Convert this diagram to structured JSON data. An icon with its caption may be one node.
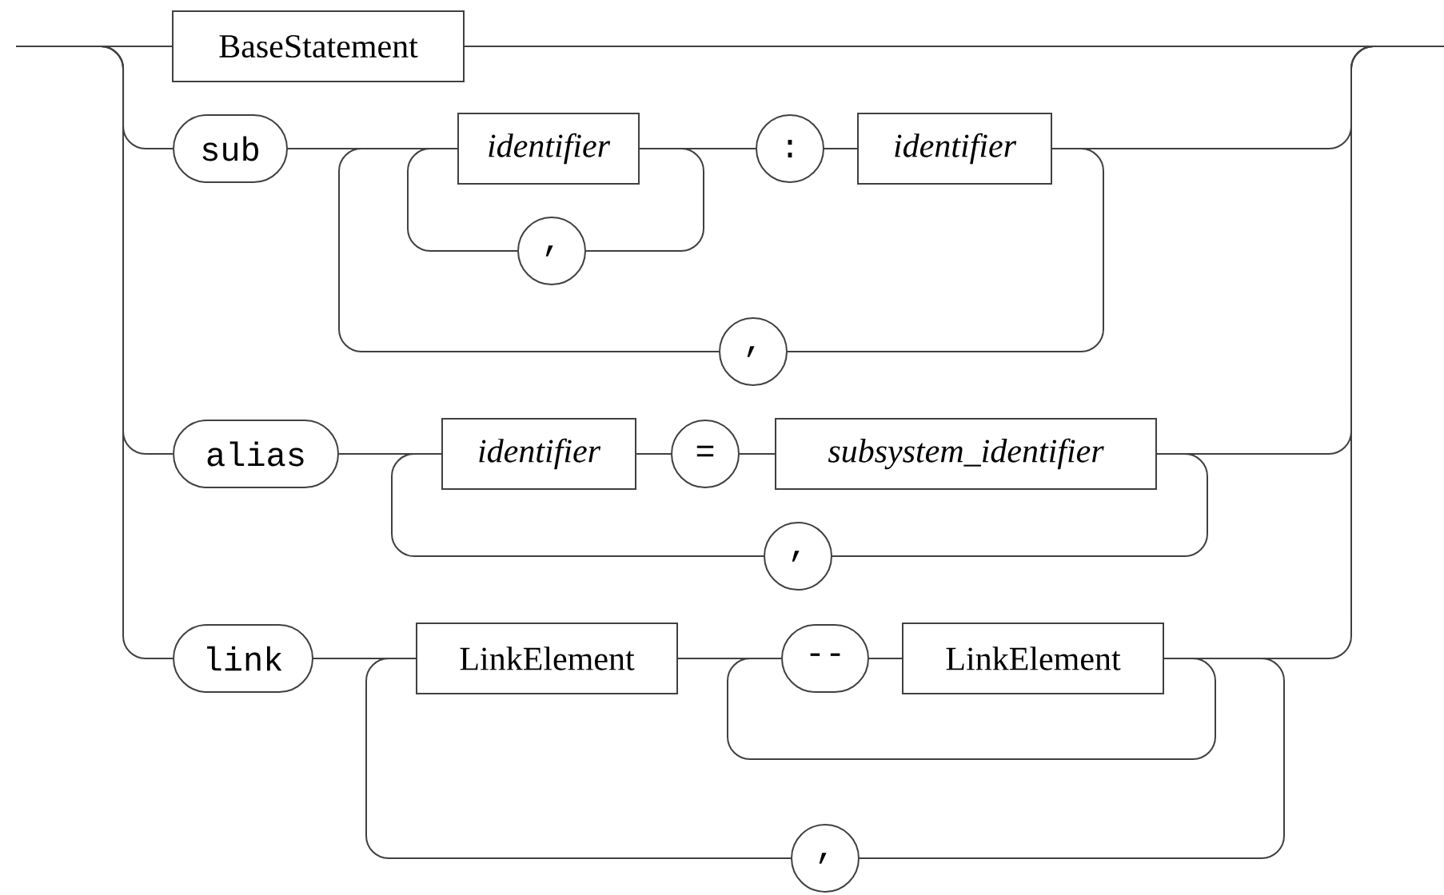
{
  "diagram": {
    "nodes": [
      {
        "text": [
          "BaseStatement"
        ]
      },
      {
        "text": [
          "sub"
        ]
      },
      {
        "text": [
          "identifier"
        ]
      },
      {
        "text": [
          ":"
        ]
      },
      {
        "text": [
          "identifier"
        ]
      },
      {
        "text": [
          ","
        ]
      },
      {
        "text": [
          ","
        ]
      },
      {
        "text": [
          "alias"
        ]
      },
      {
        "text": [
          "identifier"
        ]
      },
      {
        "text": [
          "="
        ]
      },
      {
        "text": [
          "subsystem_identifier"
        ]
      },
      {
        "text": [
          ","
        ]
      },
      {
        "text": [
          "link"
        ]
      },
      {
        "text": [
          "LinkElement"
        ]
      },
      {
        "text": [
          "--"
        ]
      },
      {
        "text": [
          "LinkElement"
        ]
      },
      {
        "text": [
          ","
        ]
      }
    ],
    "edges": [
      {
        "from": null,
        "to": 0,
        "arrow": "none"
      },
      {
        "from": null,
        "to": 1,
        "arrow": "none"
      },
      {
        "from": null,
        "to": 7,
        "arrow": "none"
      },
      {
        "from": null,
        "to": 12,
        "arrow": "none"
      },
      {
        "from": 0,
        "to": null,
        "arrow": "none"
      },
      {
        "from": 1,
        "to": 2,
        "arrow": "none"
      },
      {
        "from": 2,
        "to": 3,
        "arrow": "none"
      },
      {
        "from": 3,
        "to": 4,
        "arrow": "none"
      },
      {
        "from": 2,
        "to": 5,
        "arrow": "none"
      },
      {
        "from": 5,
        "to": 2,
        "arrow": "none"
      },
      {
        "from": 4,
        "to": 6,
        "arrow": "none"
      },
      {
        "from": 6,
        "to": 2,
        "arrow": "none"
      },
      {
        "from": 4,
        "to": null,
        "arrow": "none"
      },
      {
        "from": 7,
        "to": 8,
        "arrow": "none"
      },
      {
        "from": 8,
        "to": 9,
        "arrow": "none"
      },
      {
        "from": 9,
        "to": 10,
        "arrow": "none"
      },
      {
        "from": 10,
        "to": 11,
        "arrow": "none"
      },
      {
        "from": 11,
        "to": 8,
        "arrow": "none"
      },
      {
        "from": 10,
        "to": null,
        "arrow": "none"
      },
      {
        "from": 12,
        "to": 13,
        "arrow": "none"
      },
      {
        "from": 13,
        "to": 14,
        "arrow": "none"
      },
      {
        "from": 14,
        "to": 15,
        "arrow": "none"
      },
      {
        "from": 15,
        "to": 14,
        "arrow": "none"
      },
      {
        "from": 15,
        "to": 16,
        "arrow": "none"
      },
      {
        "from": 16,
        "to": 13,
        "arrow": "none"
      },
      {
        "from": 15,
        "to": null,
        "arrow": "none"
      }
    ]
  }
}
